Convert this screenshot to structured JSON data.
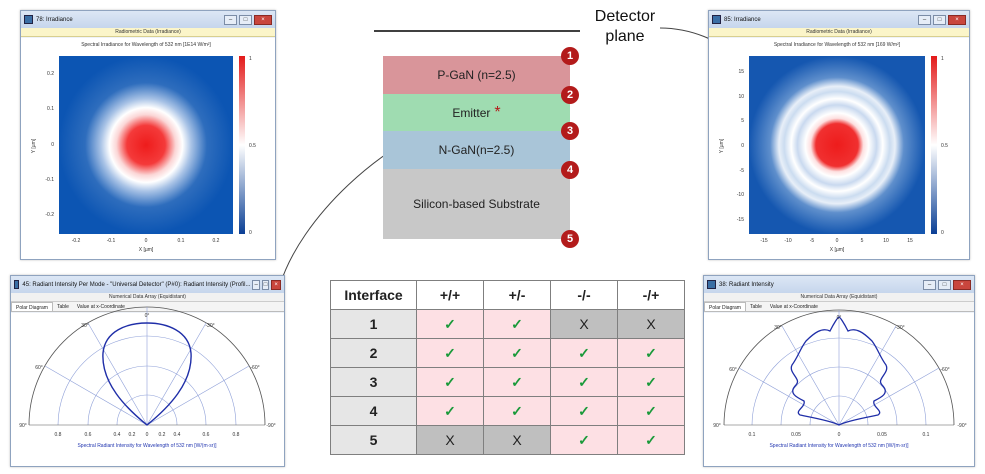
{
  "window_tl": {
    "title": "78: Irradiance",
    "banner": "Radiometric Data (Irradiance)",
    "plot_title": "Spectral Irradiance for Wavelength of 532 nm  [1E14 W/m²]",
    "xlabel": "X [µm]",
    "ylabel": "Y [µm]",
    "xticks": [
      "-0.2",
      "-0.1",
      "0",
      "0.1",
      "0.2"
    ],
    "yticks": [
      "0.2",
      "0.1",
      "0",
      "-0.1",
      "-0.2"
    ],
    "cbar": [
      "1",
      "0.5",
      "0"
    ]
  },
  "window_tr": {
    "title": "85: Irradiance",
    "banner": "Radiometric Data (Irradiance)",
    "plot_title": "Spectral Irradiance for Wavelength of 532 nm  [169 W/m²]",
    "xlabel": "X [µm]",
    "ylabel": "Y [µm]",
    "xticks": [
      "-15",
      "-10",
      "-5",
      "0",
      "5",
      "10",
      "15"
    ],
    "yticks": [
      "15",
      "10",
      "5",
      "0",
      "-5",
      "-10",
      "-15"
    ],
    "cbar": [
      "1",
      "0.5",
      "0"
    ]
  },
  "window_bl": {
    "title": "45: Radiant Intensity Per Mode - \"Universal Detector\" (P#0): Radiant Intensity (Profil...",
    "banner": "Numerical Data Array (Equidistant)",
    "tabs": [
      "Polar Diagram",
      "Table",
      "Value at x-Coordinate"
    ],
    "angles": [
      "0°",
      "30°",
      "-30°",
      "60°",
      "-60°",
      "90°",
      "-90°"
    ],
    "rticks": [
      "0.8",
      "0.6",
      "0.4",
      "0.2",
      "0",
      "0.2",
      "0.4",
      "0.6",
      "0.8"
    ],
    "caption": "Spectral Radiant Intensity for Wavelength of 532 nm [W/(m·sr)]"
  },
  "window_br": {
    "title": "38: Radiant Intensity",
    "banner": "Numerical Data Array (Equidistant)",
    "tabs": [
      "Polar Diagram",
      "Table",
      "Value at x-Coordinate"
    ],
    "angles": [
      "0°",
      "30°",
      "-30°",
      "60°",
      "-60°",
      "90°",
      "-90°"
    ],
    "rticks": [
      "0.1",
      "0.05",
      "0",
      "0.05",
      "0.1"
    ],
    "caption": "Spectral Radiant Intensity for Wavelength of 532 nm [W/(m·sr)]"
  },
  "diagram": {
    "detector_label_line1": "Detector",
    "detector_label_line2": "plane",
    "layers": [
      "P-GaN (n=2.5)",
      "Emitter",
      "N-GaN(n=2.5)",
      "Silicon-based Substrate"
    ],
    "markers": [
      "1",
      "2",
      "3",
      "4",
      "5"
    ],
    "colors": {
      "pgan": "#d9959a",
      "emitter": "#9fdcb1",
      "ngan": "#a9c5d8",
      "substrate": "#c8c8c8",
      "marker": "#b31b1b"
    }
  },
  "table": {
    "header": [
      "Interface",
      "+/+",
      "+/-",
      "-/-",
      "-/+"
    ],
    "rows": [
      [
        "1",
        "✓",
        "✓",
        "X",
        "X"
      ],
      [
        "2",
        "✓",
        "✓",
        "✓",
        "✓"
      ],
      [
        "3",
        "✓",
        "✓",
        "✓",
        "✓"
      ],
      [
        "4",
        "✓",
        "✓",
        "✓",
        "✓"
      ],
      [
        "5",
        "X",
        "X",
        "✓",
        "✓"
      ]
    ]
  }
}
